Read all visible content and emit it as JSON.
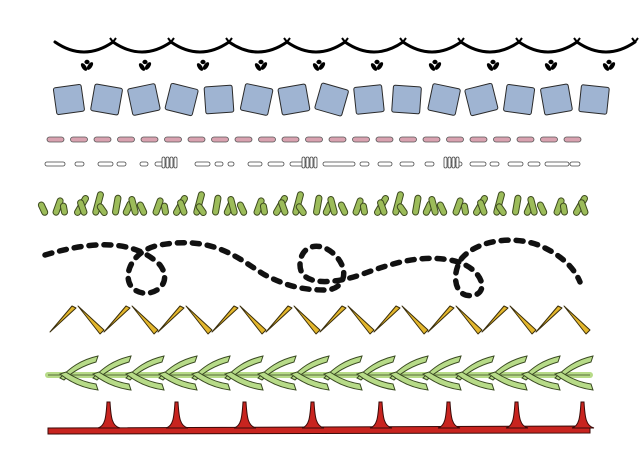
{
  "rows": [
    {
      "name": "black-scallop-stitch-row",
      "type": "scallop",
      "color": "#000000"
    },
    {
      "name": "blue-square-patch-row",
      "type": "squares",
      "color": "#9fb4d2",
      "count": 15
    },
    {
      "name": "pink-dash-stitch-row",
      "type": "dashes",
      "color": "#d9a2b0"
    },
    {
      "name": "white-seed-stitch-row",
      "type": "seed",
      "color": "#ffffff"
    },
    {
      "name": "green-grass-stitch-row",
      "type": "grass",
      "color": "#9cbc5a"
    },
    {
      "name": "black-dotted-loop-row",
      "type": "loops",
      "color": "#111111"
    },
    {
      "name": "yellow-chevron-stitch-row",
      "type": "chevron",
      "color": "#e3b62c"
    },
    {
      "name": "green-fishbone-stitch-row",
      "type": "fishbone",
      "color": "#b7db88"
    },
    {
      "name": "red-blanket-stitch-row",
      "type": "blanket",
      "color": "#c8241f"
    }
  ]
}
